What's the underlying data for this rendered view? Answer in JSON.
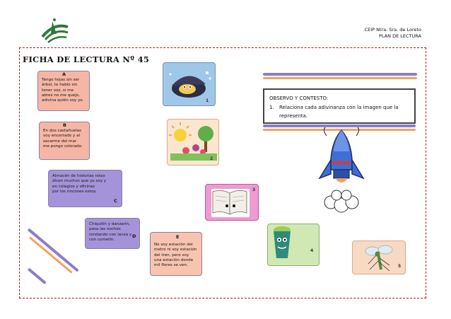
{
  "header": {
    "school": "CEIP Ntra. Sra. de Loreto",
    "subtitle": "PLAN DE LECTURA"
  },
  "title": "FICHA DE LECTURA Nº 45",
  "instructions": {
    "heading": "OBSERVO Y CONTESTO:",
    "item_number": "1.",
    "item_text_1": "Relaciona cada adivinanza con la imagen que la",
    "item_text_2": "representa."
  },
  "riddles": [
    {
      "letter": "A",
      "lines": [
        "Tengo hojas sin ser",
        "árbol, te hablo sin",
        "tener voz, si me",
        "abres no me quejo,",
        "adivina quién soy yo."
      ]
    },
    {
      "letter": "B",
      "lines": [
        "En dos castañuelas",
        "voy encerrado y al",
        "sacarme del mar",
        "me pongo colorado."
      ]
    },
    {
      "letter": "C",
      "lines": [
        "Almacén de historias rotas",
        "dicen muchos que yo soy y",
        "en colegios y oficinas",
        "por los rincones estoy."
      ]
    },
    {
      "letter": "D",
      "lines": [
        "Chiquitín y danzarín,",
        "pasa las noches",
        "rondando con lanza y",
        "con cometín."
      ]
    },
    {
      "letter": "E",
      "lines": [
        "No soy estación del",
        "metro ni soy estación",
        "del tren, pero soy",
        "una estación donde",
        "mil flores se ven."
      ]
    }
  ],
  "images": [
    {
      "number": "1",
      "icon": "mussel-icon"
    },
    {
      "number": "2",
      "icon": "spring-flowers-icon"
    },
    {
      "number": "3",
      "icon": "book-icon"
    },
    {
      "number": "4",
      "icon": "waste-basket-icon"
    },
    {
      "number": "5",
      "icon": "mosquito-icon"
    }
  ],
  "colors": {
    "border": "#b01818",
    "card_pink": "#f6b6a6",
    "card_purple": "#a593d9",
    "stripe_purple": "#8e7cc6",
    "stripe_orange": "#f2a25c",
    "rocket": "#3f6ed4"
  }
}
